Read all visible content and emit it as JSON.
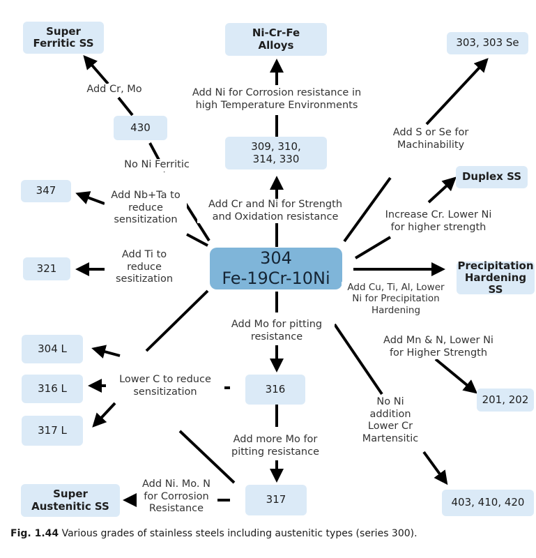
{
  "center": {
    "line1": "304",
    "line2": "Fe-19Cr-10Ni"
  },
  "boxes": {
    "super_ferritic": "Super\nFerritic SS",
    "ni_cr_fe": "Ni-Cr-Fe\nAlloys",
    "g303": "303, 303 Se",
    "g430": "430",
    "g309": "309, 310,\n314, 330",
    "duplex": "Duplex SS",
    "g347": "347",
    "g321": "321",
    "precipitation": "Precipitation\nHardening SS",
    "g304l": "304 L",
    "g316l": "316 L",
    "g317l": "317 L",
    "g316": "316",
    "g317": "317",
    "g201": "201, 202",
    "super_austenitic": "Super\nAustenitic SS",
    "g403": "403, 410, 420"
  },
  "labels": {
    "add_cr_mo": "Add Cr, Mo",
    "no_ni_ferritic": "No Ni Ferritic",
    "add_ni_corrosion": "Add Ni for Corrosion resistance in\nhigh Temperature Environments",
    "add_cr_ni": "Add Cr and Ni for Strength\nand Oxidation resistance",
    "add_s_se": "Add S or Se for\nMachinability",
    "increase_cr": "Increase Cr. Lower Ni\nfor higher strength",
    "add_nb_ta": "Add Nb+Ta to\nreduce\nsensitization",
    "add_ti": "Add Ti to\nreduce\nsesitization",
    "add_cu_ti": "Add Cu, Ti, Al, Lower\nNi for Precipitation\nHardening",
    "add_mo_pitting": "Add Mo for pitting\nresistance",
    "add_mn_n": "Add Mn & N, Lower Ni\nfor Higher Strength",
    "lower_c": "Lower C to reduce\nsensitization",
    "no_ni_martensitic": "No Ni\naddition\nLower Cr\nMartensitic",
    "add_more_mo": "Add more Mo for\npitting resistance",
    "add_ni_mo_n": "Add Ni. Mo. N\nfor Corrosion\nResistance"
  },
  "caption": {
    "label": "Fig. 1.44",
    "text": "Various grades of stainless steels including austenitic types (series 300)."
  },
  "colors": {
    "box": "#dbeaf7",
    "center_box": "#7fb5d9",
    "line": "#000000"
  }
}
